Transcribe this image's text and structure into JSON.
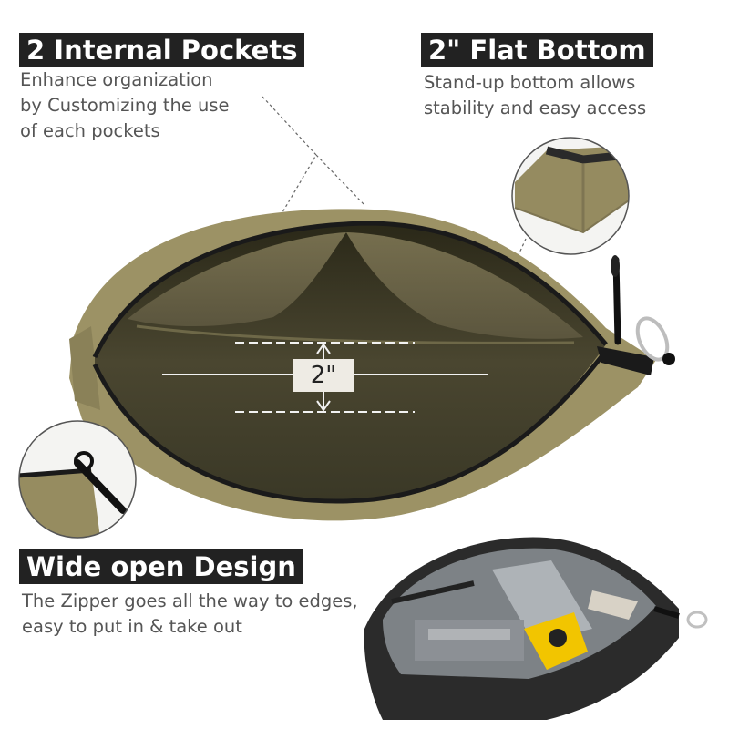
{
  "features": {
    "pockets": {
      "title": "2 Internal Pockets",
      "lines": [
        "Enhance organization",
        "by Customizing the use",
        "of each pockets"
      ]
    },
    "bottom": {
      "title": "2\" Flat Bottom",
      "lines": [
        "Stand-up bottom allows",
        "stability and easy access"
      ]
    },
    "open": {
      "title": "Wide open Design",
      "lines": [
        "The Zipper goes all the way to edges,",
        "easy to put in & take out"
      ]
    }
  },
  "dimension_label": "2\"",
  "colors": {
    "label_background": "#222222",
    "label_text": "#ffffff",
    "description_text": "#555555",
    "bag_tan": "#9c9265",
    "bag_interior": "#3f3d2a",
    "zipper": "#1a1a1a"
  }
}
